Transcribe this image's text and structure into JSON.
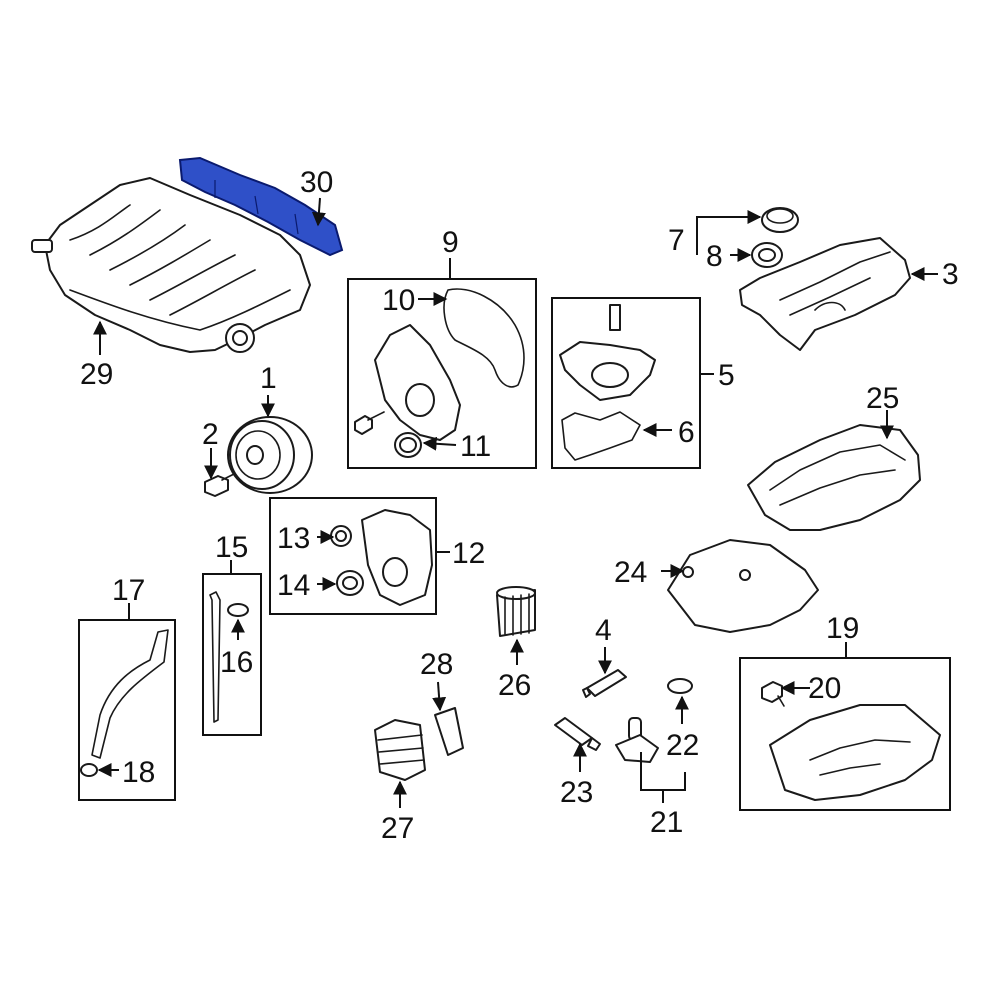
{
  "diagram": {
    "highlight_color": "#2f50c8",
    "callouts": {
      "p1": "1",
      "p2": "2",
      "p3": "3",
      "p4": "4",
      "p5": "5",
      "p6": "6",
      "p7": "7",
      "p8": "8",
      "p9": "9",
      "p10": "10",
      "p11": "11",
      "p12": "12",
      "p13": "13",
      "p14": "14",
      "p15": "15",
      "p16": "16",
      "p17": "17",
      "p18": "18",
      "p19": "19",
      "p20": "20",
      "p21": "21",
      "p22": "22",
      "p23": "23",
      "p24": "24",
      "p25": "25",
      "p26": "26",
      "p27": "27",
      "p28": "28",
      "p29": "29",
      "p30": "30"
    }
  }
}
